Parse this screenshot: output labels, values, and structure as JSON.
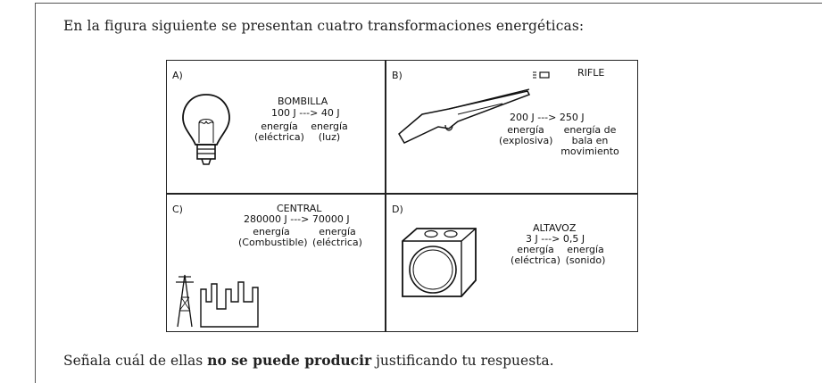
{
  "intro": "En la figura siguiente se presentan cuatro transformaciones energéticas:",
  "footer": {
    "pre": "Señala cuál de ellas ",
    "bold": "no se puede producir",
    "post": " justificando tu respuesta."
  },
  "panels": [
    {
      "letter": "A)",
      "title": "BOMBILLA",
      "equation": "100 J ---> 40 J",
      "from": "energía (eléctrica)",
      "to": "energía (luz)"
    },
    {
      "letter": "B)",
      "title": "RIFLE",
      "equation": "200 J ---> 250 J",
      "from": "energía (explosiva)",
      "to": "energía de bala en movimiento"
    },
    {
      "letter": "C)",
      "title": "CENTRAL",
      "equation": "280000 J ---> 70000 J",
      "from": "energía (Combustible)",
      "to": "energía (eléctrica)"
    },
    {
      "letter": "D)",
      "title": "ALTAVOZ",
      "equation": "3 J ---> 0,5 J",
      "from": "energía (eléctrica)",
      "to": "energía (sonido)"
    }
  ],
  "icons": [
    "light-bulb-icon",
    "rifle-icon",
    "power-plant-icon",
    "speaker-icon"
  ]
}
